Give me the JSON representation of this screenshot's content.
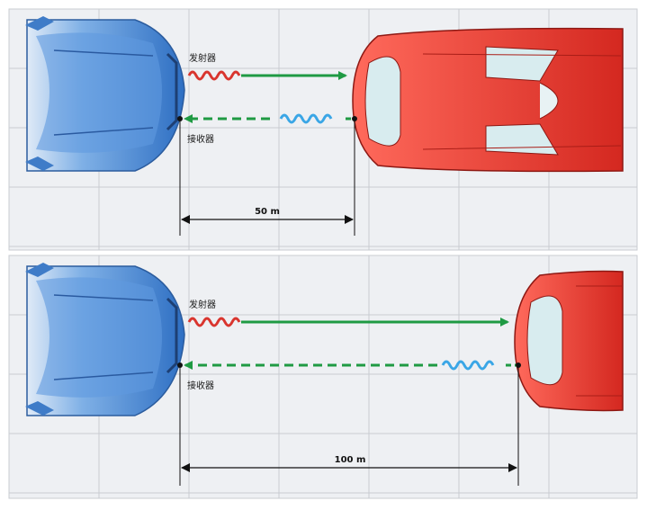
{
  "panels": [
    {
      "id": "top",
      "transmitter_label": "发射器",
      "receiver_label": "接收器",
      "distance_label": "50 m"
    },
    {
      "id": "bottom",
      "transmitter_label": "发射器",
      "receiver_label": "接收器",
      "distance_label": "100 m"
    }
  ],
  "colors": {
    "grid": "#c9ccd2",
    "tile": "#eef0f3",
    "blue_car": "#4e8fd8",
    "red_car": "#e0312c",
    "emit_wave": "#d9352e",
    "return_wave": "#3aa6e6",
    "beam": "#1f9a43"
  }
}
